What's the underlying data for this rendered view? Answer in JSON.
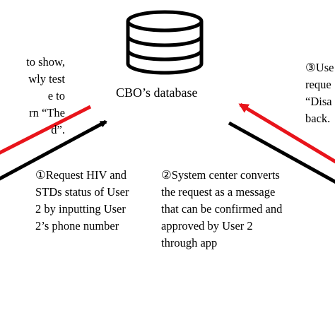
{
  "database": {
    "label": "CBO’s database",
    "icon": "database-cylinder-icon"
  },
  "left_note": {
    "lines": [
      "to show,",
      "wly test",
      "e to",
      "rn “The",
      "d”."
    ]
  },
  "right_note": {
    "lines": [
      "③Use",
      "reque",
      "“Disa",
      "back."
    ]
  },
  "step1": {
    "lines": [
      "①Request HIV and",
      "STDs status of User",
      "2 by inputting User",
      "2’s phone number"
    ]
  },
  "step2": {
    "lines": [
      "②System center converts",
      "the request as a message",
      "that can be confirmed and",
      "approved by User 2",
      "through app"
    ]
  },
  "colors": {
    "request_arrow": "#000000",
    "response_arrow": "#e8141b"
  }
}
